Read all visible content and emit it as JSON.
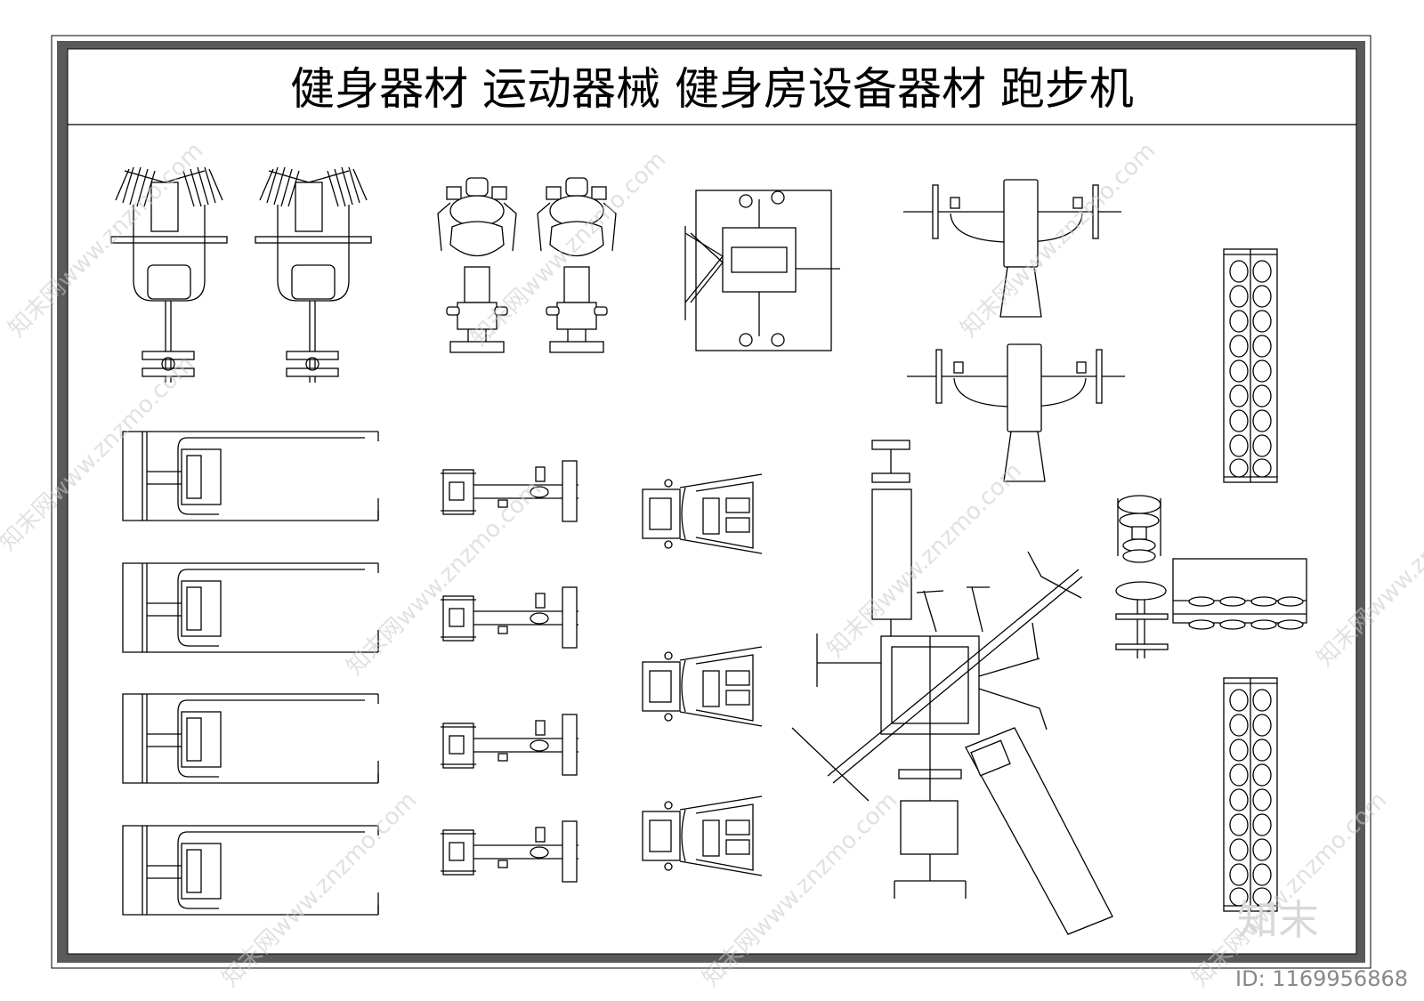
{
  "title": "健身器材  运动器械  健身房设备器材  跑步机",
  "watermark_text": "知末网www.znzmo.com",
  "logo_text": "知末",
  "id_label": "ID: 1169956868",
  "colors": {
    "frame": "#5a5a5a",
    "ink": "#000000",
    "watermark": "#c9c9c9"
  }
}
